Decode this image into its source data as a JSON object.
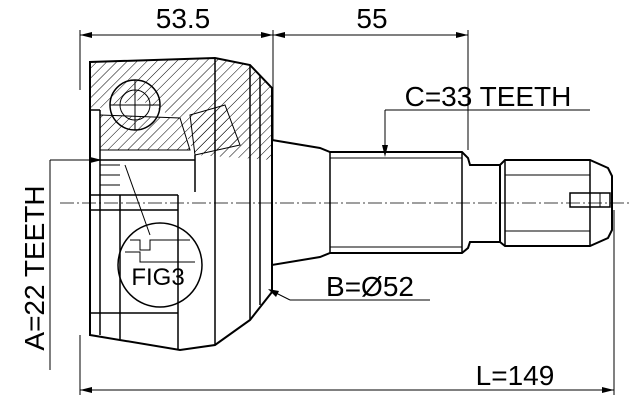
{
  "dimensions": {
    "top_left": "53.5",
    "top_right": "55",
    "total_length": "L=149"
  },
  "callouts": {
    "spline_c": "C=33 TEETH",
    "spline_a": "A=22 TEETH",
    "diameter_b": "B=Ø52",
    "figure_ref": "FIG3"
  }
}
